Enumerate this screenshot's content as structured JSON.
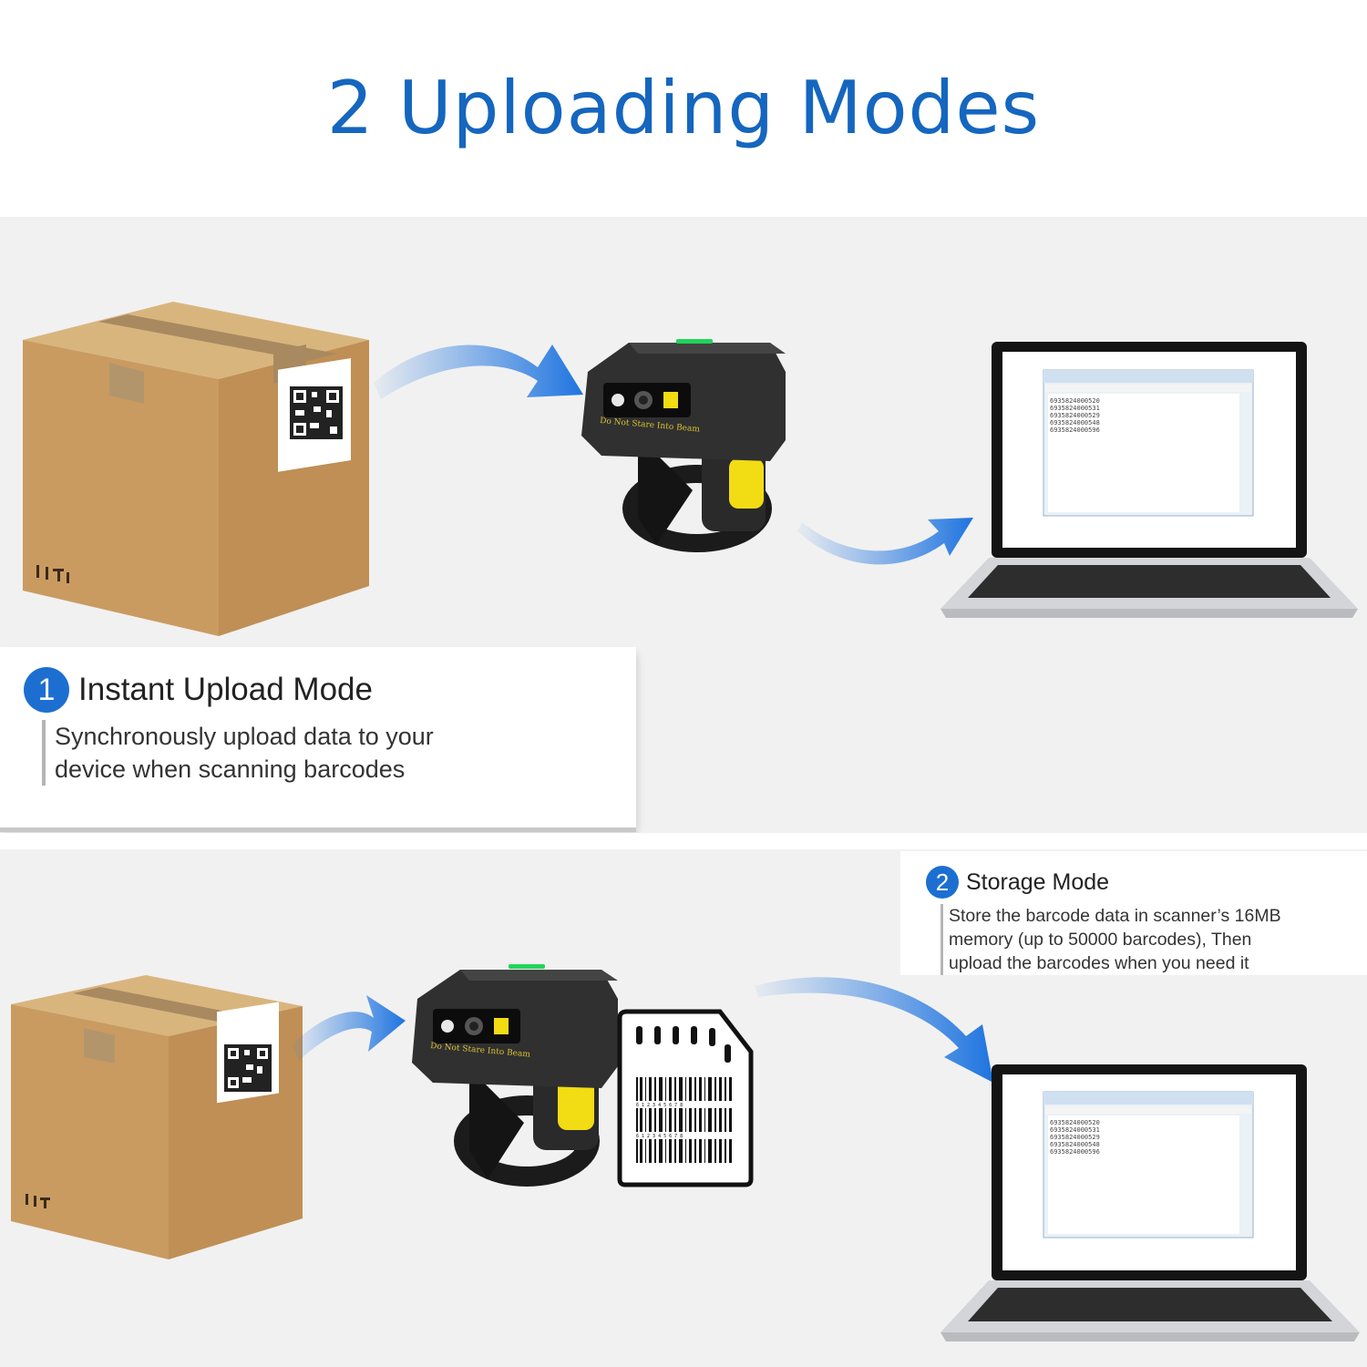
{
  "header": {
    "title": "2 Uploading Modes"
  },
  "modes": [
    {
      "number": "1",
      "title": "Instant Upload Mode",
      "description_lines": [
        "Synchronously upload data to your",
        "device when scanning barcodes"
      ]
    },
    {
      "number": "2",
      "title": "Storage Mode",
      "description_lines": [
        "Store the barcode data in scanner’s 16MB",
        "memory (up to 50000 barcodes), Then",
        "upload the barcodes when you need it"
      ]
    }
  ],
  "scanner": {
    "label": "Do Not Stare Into Beam"
  },
  "notepad": {
    "lines": [
      "6935824000520",
      "6935824000531",
      "6935824000529",
      "6935824000548",
      "6935824000596"
    ]
  },
  "memory_card": {
    "barcode_digits": "6 1 2 3 4 5 6 7 8"
  },
  "colors": {
    "accent": "#1566bf",
    "badge": "#1c6fd1",
    "box": "#c99b60",
    "tape": "#a98960",
    "trigger": "#f2dc13",
    "led": "#21d45a",
    "panel": "#f1f1f1"
  },
  "icons": [
    "cardboard-box-icon",
    "qr-code-icon",
    "ring-scanner-icon",
    "laptop-icon",
    "memory-card-icon",
    "arrow-icon",
    "fragile-symbols-icon"
  ]
}
